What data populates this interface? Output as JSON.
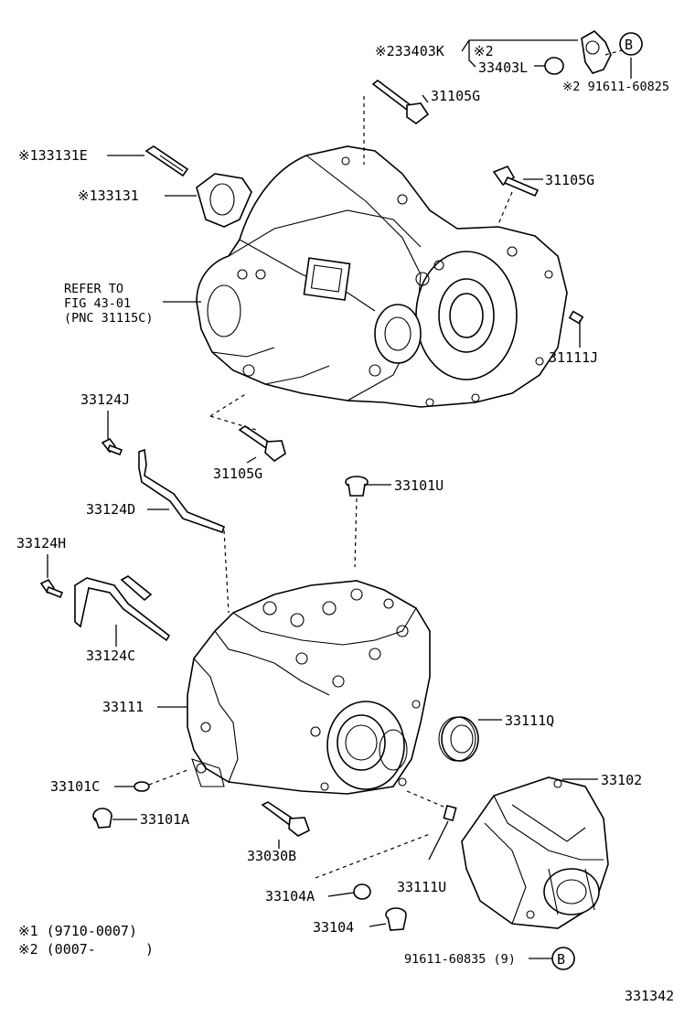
{
  "diagram": {
    "labels": {
      "part_233403K": "※233403K",
      "mark_2": "※2",
      "part_33403L": "33403L",
      "part_31105G_a": "31105G",
      "callout_b_top": "B",
      "part_91611_60825": "※2 91611-60825",
      "part_133131E": "※133131E",
      "part_133131": "※133131",
      "part_31105G_b": "31105G",
      "refer_line1": "REFER TO",
      "refer_line2": "FIG 43-01",
      "refer_line3": "(PNC 31115C)",
      "part_31111J": "31111J",
      "part_33124J": "33124J",
      "part_31105G_c": "31105G",
      "part_33101U": "33101U",
      "part_33124D": "33124D",
      "part_33124H": "33124H",
      "part_33124C": "33124C",
      "part_33111": "33111",
      "part_33111Q": "33111Q",
      "part_33102": "33102",
      "part_33101C": "33101C",
      "part_33101A": "33101A",
      "part_33030B": "33030B",
      "part_33104A": "33104A",
      "part_33111U": "33111U",
      "part_33104": "33104",
      "footnote_1": "※1 (9710-0007)",
      "footnote_2": "※2 (0007-      )",
      "part_91611_60835": "91611-60835 (9)",
      "callout_b_bottom": "B",
      "figure_number": "331342"
    }
  }
}
